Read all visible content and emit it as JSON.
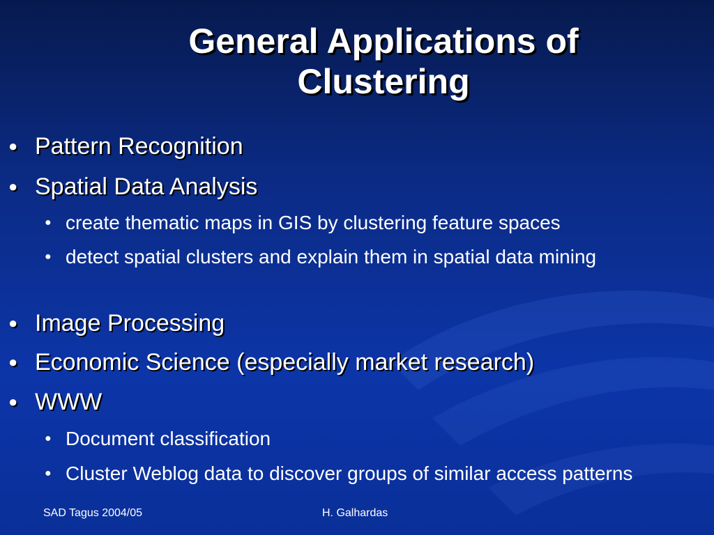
{
  "slide": {
    "title_line1": "General Applications of",
    "title_line2": "Clustering",
    "bullet_glyph": "●",
    "items": [
      {
        "label": "Pattern Recognition"
      },
      {
        "label": "Spatial Data Analysis",
        "sub": [
          "create thematic maps in GIS by clustering feature spaces",
          "detect spatial clusters and explain them in spatial data mining"
        ]
      },
      {
        "label": "Image Processing"
      },
      {
        "label": "Economic Science (especially market research)"
      },
      {
        "label": "WWW",
        "sub": [
          "Document classification",
          "Cluster Weblog data to discover groups of similar access patterns"
        ]
      }
    ],
    "footer_left": "SAD Tagus 2004/05",
    "footer_center": "H. Galhardas"
  }
}
